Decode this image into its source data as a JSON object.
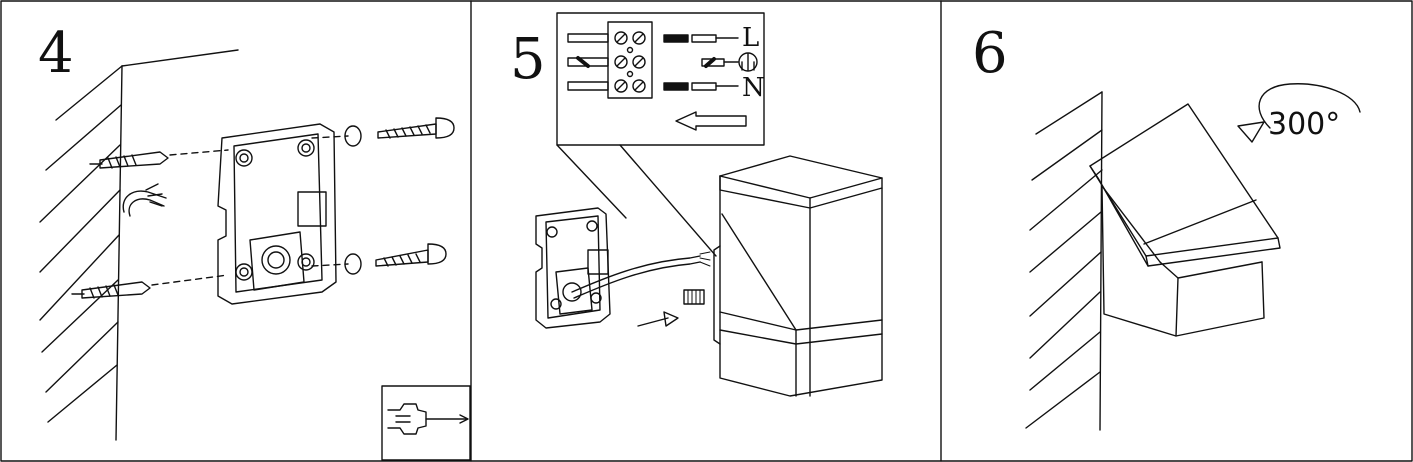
{
  "panels": [
    {
      "number": "4"
    },
    {
      "number": "5"
    },
    {
      "number": "6"
    }
  ],
  "wiring": {
    "live_label": "L",
    "neutral_label": "N",
    "earth_symbol": "earth-icon"
  },
  "rotation": {
    "angle_label": "300°"
  },
  "colors": {
    "line": "#111111",
    "background": "#ffffff"
  }
}
